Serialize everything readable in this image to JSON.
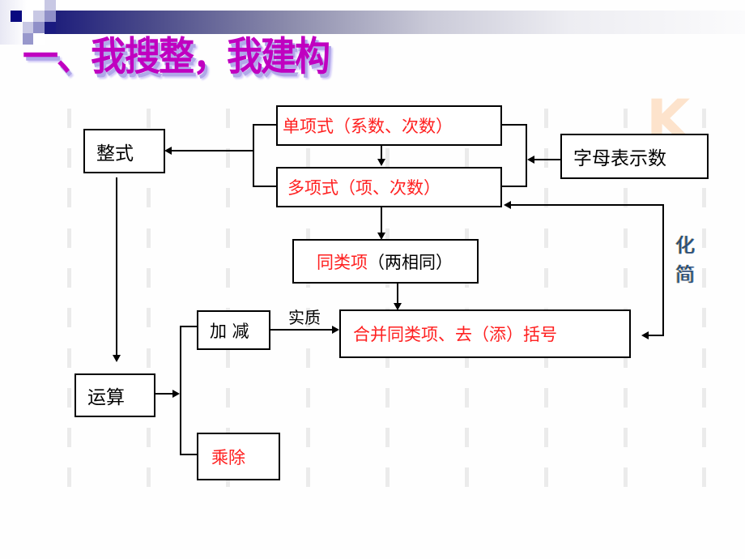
{
  "slide": {
    "title": "一、我搜整，我建构",
    "colors": {
      "accent_banner": "#1a1a7a",
      "title": "#c000c0",
      "red_text": "#ff2020",
      "line": "#000000"
    }
  },
  "diagram": {
    "nodes": {
      "zhengshi": {
        "text": "整式"
      },
      "danxiangshi": {
        "text": "单项式（系数、次数）"
      },
      "duoxiangshi": {
        "text": "多项式（项、次数）"
      },
      "zimu": {
        "text": "字母表示数"
      },
      "tongleixiang_red": {
        "text": "同类项"
      },
      "tongleixiang_black": {
        "text": "（两相同）"
      },
      "hebing": {
        "text": "合并同类项、去（添）括号"
      },
      "jiajian": {
        "text": "加 减"
      },
      "yunsuan": {
        "text": "运算"
      },
      "chengchu": {
        "text": "乘除"
      }
    },
    "edge_labels": {
      "shizhi": "实质",
      "huajian_1": "化",
      "huajian_2": "简"
    },
    "decoration_text": "K"
  }
}
